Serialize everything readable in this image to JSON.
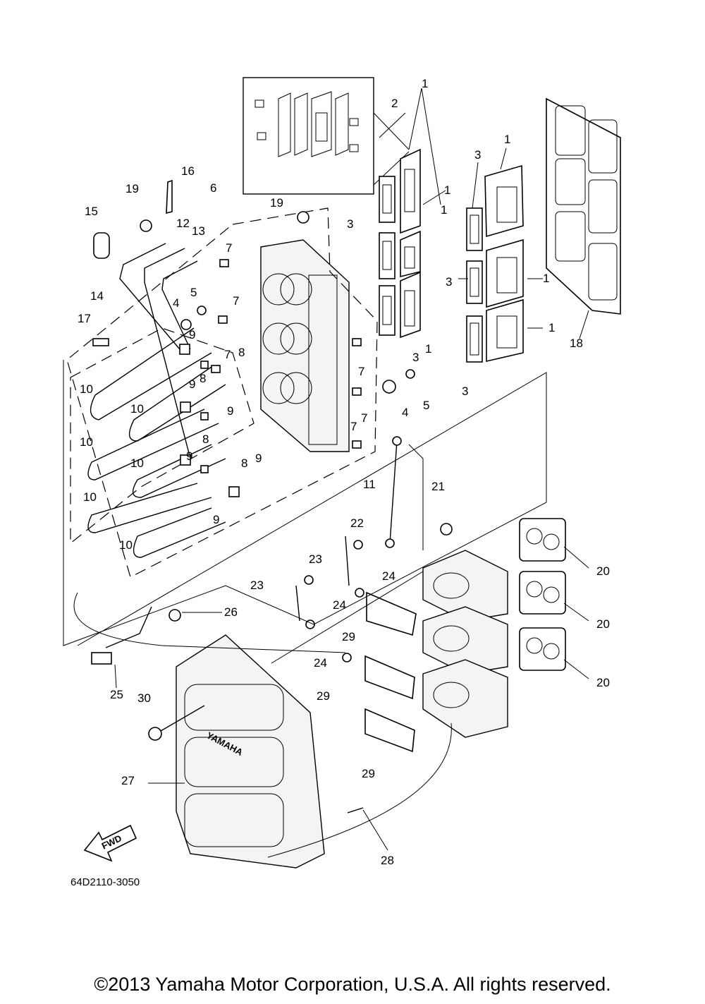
{
  "diagram": {
    "drawing_code": "64D2110-3050",
    "fwd_arrow_label": "FWD",
    "cover_brand": "YAMAHA",
    "callouts": [
      "1",
      "2",
      "3",
      "4",
      "5",
      "6",
      "7",
      "8",
      "9",
      "10",
      "11",
      "12",
      "13",
      "14",
      "15",
      "16",
      "17",
      "18",
      "19",
      "20",
      "21",
      "22",
      "23",
      "24",
      "25",
      "26",
      "27",
      "28",
      "29",
      "30"
    ]
  },
  "footer": {
    "copyright": "©2013 Yamaha Motor Corporation, U.S.A. All rights reserved."
  }
}
